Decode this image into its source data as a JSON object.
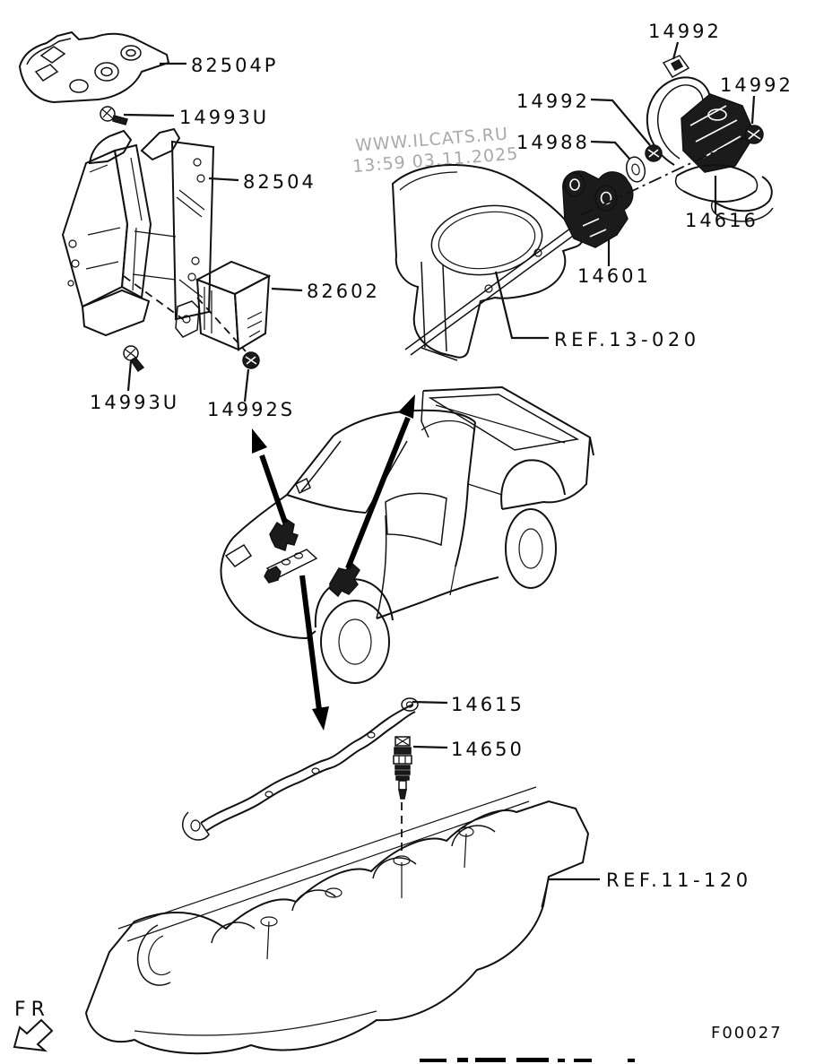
{
  "diagram": {
    "watermark": {
      "line1": "WWW.ILCATS.RU",
      "line2": "13:59 03.11.2025"
    },
    "figure_code": "F00027",
    "front_marker": "FR",
    "part_numbers": {
      "upper_bracket": "82504P",
      "bolt": "14993U",
      "main_bracket": "82504",
      "relay": "82602",
      "nut_s": "14992S",
      "nut": "14992",
      "washer": "14988",
      "clamp": "14616",
      "timer_bracket": "14601",
      "glow_plug_rail": "14615",
      "glow_plug": "14650"
    },
    "references": {
      "body_panel": "REF.13-020",
      "cylinder_head": "REF.11-120"
    }
  }
}
